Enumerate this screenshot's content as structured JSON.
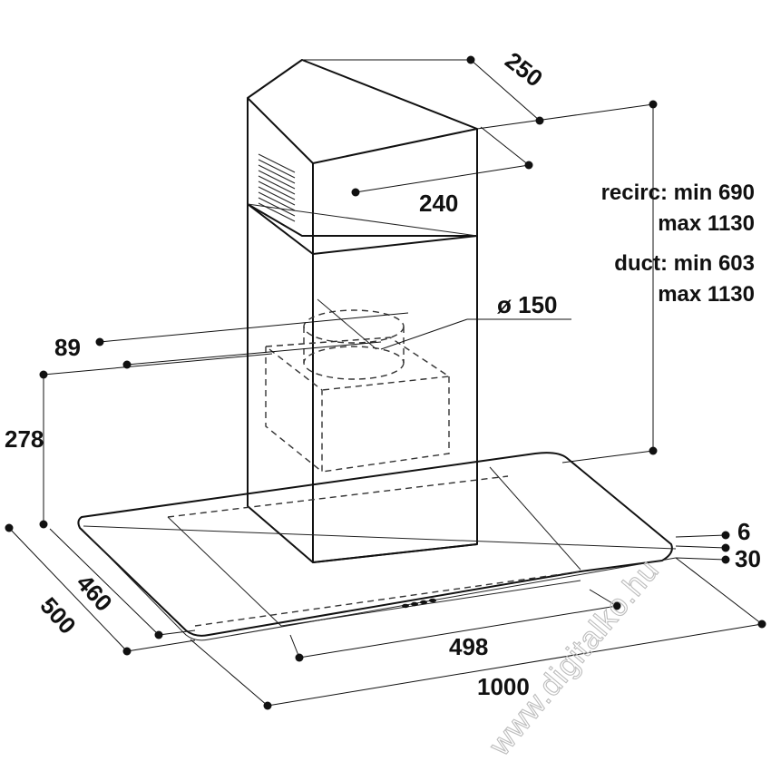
{
  "dimensions": {
    "chimney_depth": "250",
    "chimney_width": "240",
    "duct_diameter": "ø 150",
    "motor_offset": "89",
    "motor_height": "278",
    "glass_thickness": "6",
    "canopy_height": "30",
    "inner_depth": "460",
    "total_depth": "500",
    "inner_width": "498",
    "total_width": "1000"
  },
  "height_notes": {
    "recirc_line1": "recirc: min 690",
    "recirc_line2": "max 1130",
    "duct_line1": "duct: min 603",
    "duct_line2": "max 1130"
  },
  "watermark": "www.digitalko.hu"
}
